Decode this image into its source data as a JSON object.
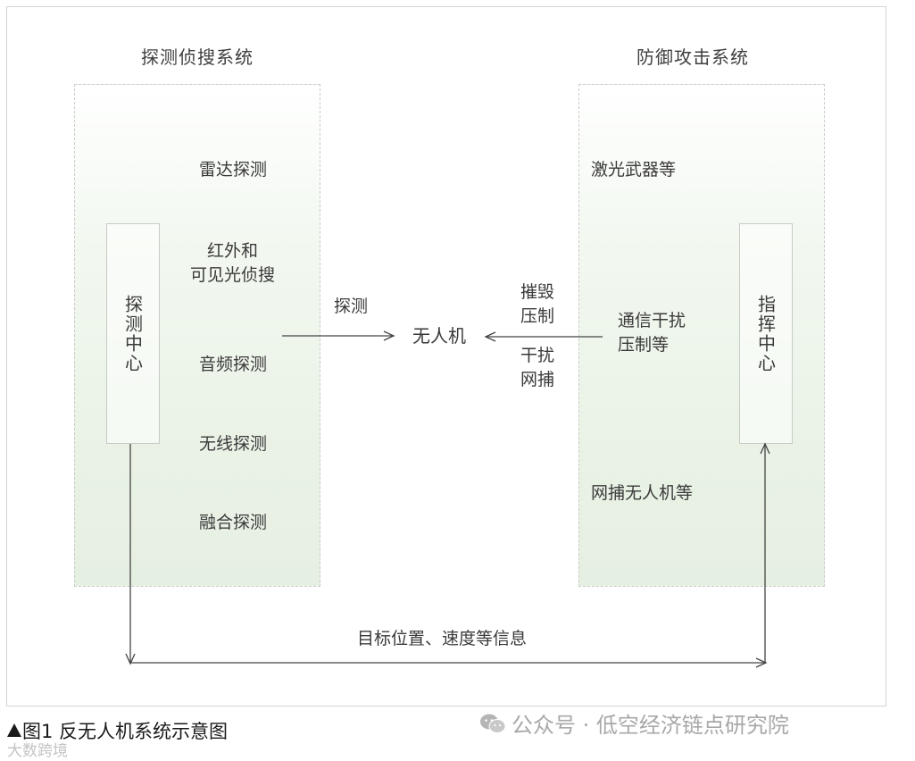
{
  "left_system": {
    "title": "探测侦搜系统",
    "center_label": "探测中心",
    "items": [
      "雷达探测",
      "红外和\n可见光侦搜",
      "音频探测",
      "无线探测",
      "融合探测"
    ]
  },
  "right_system": {
    "title": "防御攻击系统",
    "center_label": "指挥中心",
    "items": [
      "激光武器等",
      "通信干扰\n压制等",
      "网捕无人机等"
    ]
  },
  "target": {
    "label": "无人机"
  },
  "arrow_labels": {
    "detect": "探测",
    "suppress": "摧毁\n压制",
    "interfere": "干扰\n网捕",
    "info": "目标位置、速度等信息"
  },
  "caption": "图1  反无人机系统示意图",
  "watermark": "公众号 · 低空经济链点研究院",
  "watermark_small": "大数跨境"
}
